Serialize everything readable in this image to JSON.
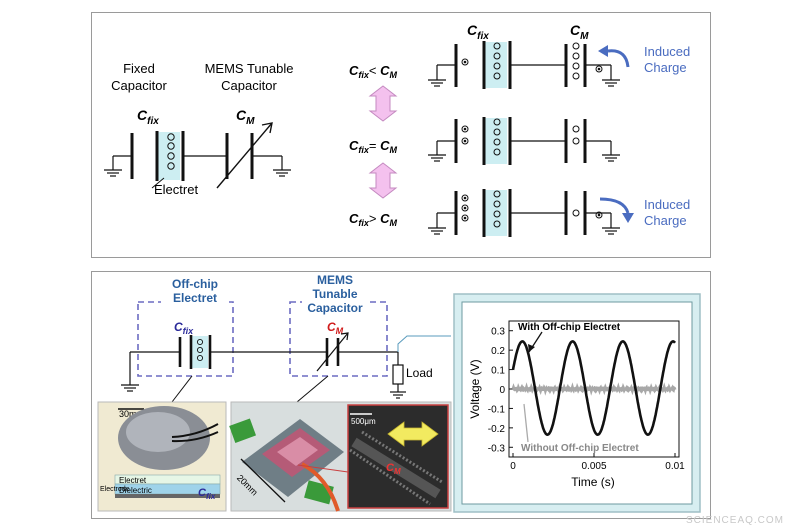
{
  "top": {
    "fixed_label_1": "Fixed",
    "fixed_label_2": "Capacitor",
    "mems_label_1": "MEMS Tunable",
    "mems_label_2": "Capacitor",
    "cfix_symbol": "C",
    "cfix_sub": "fix",
    "cm_symbol": "C",
    "cm_sub": "M",
    "electret_label": "Electret",
    "cond_lt": "< ",
    "cond_eq": "= ",
    "cond_gt": "> ",
    "induced_1": "Induced",
    "induced_2": "Charge",
    "induced_b1": "Induced",
    "induced_b2": "Charge"
  },
  "bottom": {
    "offchip_1": "Off-chip",
    "offchip_2": "Electret",
    "mems_1": "MEMS",
    "mems_2": "Tunable",
    "mems_3": "Capacitor",
    "load_label": "Load",
    "scale_30mm": "30mm",
    "scale_500um": "500μm",
    "scale_20mm": "20mm",
    "layer_electret": "Electret",
    "layer_dielectric": "Dielectric",
    "layer_electrode": "Electrode",
    "photo_cm": "C",
    "photo_cm_sub": "M",
    "photo_cfix": "C",
    "photo_cfix_sub": "fix"
  },
  "chart_data": {
    "type": "line",
    "xlabel": "Time (s)",
    "ylabel": "Voltage (V)",
    "xlim": [
      0,
      0.01
    ],
    "ylim": [
      -0.35,
      0.35
    ],
    "xticks": [
      "0",
      "0.005",
      "0.01"
    ],
    "yticks": [
      "0.3",
      "0.2",
      "0.1",
      "0",
      "-0.1",
      "-0.2",
      "-0.3"
    ],
    "series": [
      {
        "name": "With Off-chip Electret",
        "color": "#111111",
        "amplitude": 0.24,
        "period": 0.0031
      },
      {
        "name": "Without Off-chip Electret",
        "color": "#a8a8a8",
        "amplitude": 0.008
      }
    ]
  },
  "watermark": "SCIENCEAQ.COM"
}
